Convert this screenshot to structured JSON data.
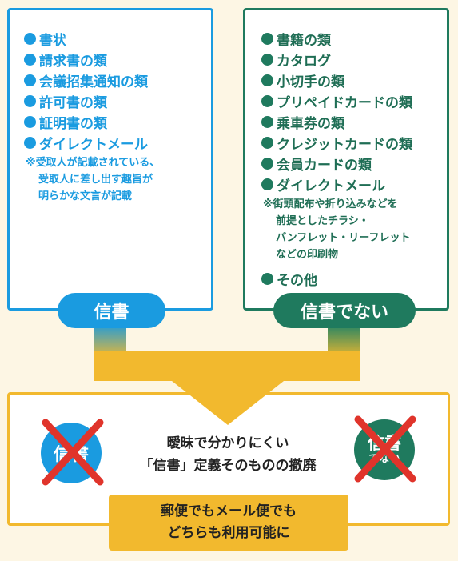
{
  "left": {
    "items": [
      "書状",
      "請求書の類",
      "会議招集通知の類",
      "許可書の類",
      "証明書の類",
      "ダイレクトメール"
    ],
    "note": [
      "※受取人が記載されている、",
      "受取人に差し出す趣旨が",
      "明らかな文言が記載"
    ],
    "label": "信書"
  },
  "right": {
    "items": [
      "書籍の類",
      "カタログ",
      "小切手の類",
      "プリペイドカードの類",
      "乗車券の類",
      "クレジットカードの類",
      "会員カードの類",
      "ダイレクトメール"
    ],
    "note": [
      "※街頭配布や折り込みなどを",
      "前提としたチラシ・",
      "パンフレット・リーフレット",
      "などの印刷物"
    ],
    "extra": "その他",
    "label": "信書でない"
  },
  "bottom": {
    "badge_left": "信書",
    "badge_right_1": "信書",
    "badge_right_2": "でない",
    "center": [
      "曖昧で分かりにくい",
      "「信書」定義そのものの撤廃"
    ],
    "callout": [
      "郵便でもメール便でも",
      "どちらも利用可能に"
    ]
  },
  "colors": {
    "blue": "#1a9be0",
    "green": "#1f7a5e",
    "yellow": "#f2b92e",
    "cross": "#e0342b",
    "background": "#fdf6e4"
  }
}
